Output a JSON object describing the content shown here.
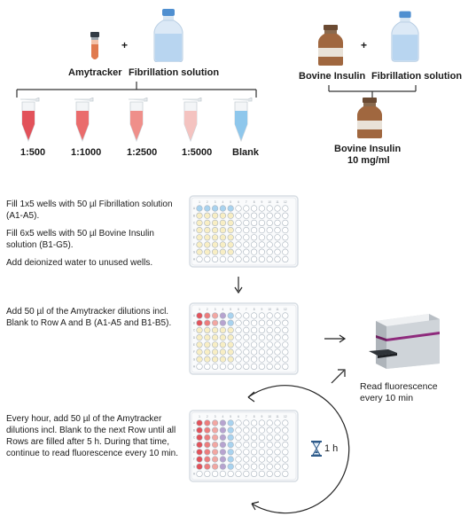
{
  "top_left": {
    "amytracker_label": "Amytracker",
    "plus_sign": "+",
    "fibrillation_label": "Fibrillation solution",
    "dilutions": [
      {
        "label": "1:500",
        "color": "#e2525a"
      },
      {
        "label": "1:1000",
        "color": "#ea6c6c"
      },
      {
        "label": "1:2500",
        "color": "#ef8f8a"
      },
      {
        "label": "1:5000",
        "color": "#f4c3c0"
      },
      {
        "label": "Blank",
        "color": "#8ec7ec"
      }
    ]
  },
  "top_right": {
    "insulin_label": "Bovine Insulin",
    "plus_sign": "+",
    "fibrillation_label": "Fibrillation solution",
    "result_line1": "Bovine Insulin",
    "result_line2": "10 mg/ml"
  },
  "steps": {
    "step1": [
      "Fill 1x5 wells with 50 µl Fibrillation solution (A1-A5).",
      "Fill 6x5 wells with 50 µl Bovine Insulin solution (B1-G5).",
      "Add deionized water to unused wells."
    ],
    "step2": "Add 50 µl of the Amytracker dilutions incl. Blank to Row A and B (A1-A5 and B1-B5).",
    "step3": "Every hour, add 50 µl of the Amytracker dilutions incl. Blank to the next Row until all Rows are filled after 5 h. During that time, continue to read fluorescence every 10 min."
  },
  "reader": {
    "line1": "Read fluorescence",
    "line2": "every 10 min"
  },
  "timer": {
    "label": "1 h"
  },
  "colors": {
    "blue_well": "#a9d3ef",
    "yellow_well": "#f8eec4",
    "red_well": "#e2525a",
    "pink_well": "#ec7d7d",
    "light_pink_well": "#f2a7a2",
    "lavender_well": "#b7a3cf",
    "plate_border": "#d7dde3",
    "reader_accent": "#8e2a7c"
  }
}
